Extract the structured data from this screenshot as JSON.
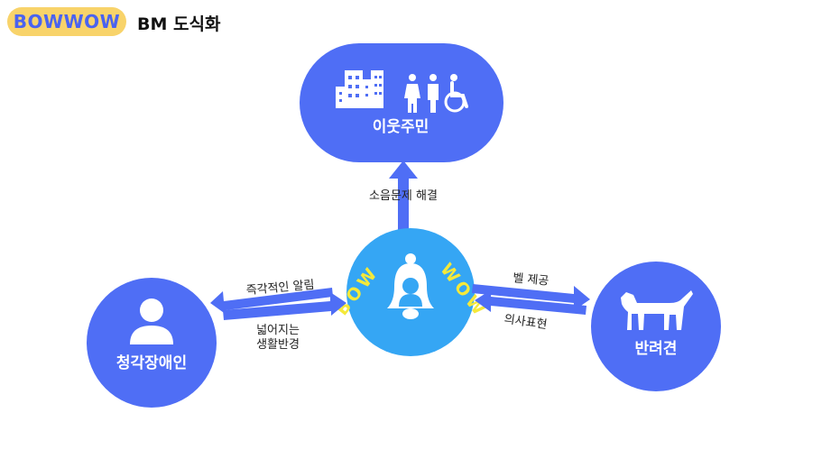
{
  "header": {
    "brand": "BOWWOW",
    "title": "BM 도식화"
  },
  "center": {
    "logo_text_left": "BOW",
    "logo_text_right": "WOW",
    "color": "#35a6f4",
    "icon": "bell-with-person-icon"
  },
  "nodes": {
    "neighbors": {
      "label": "이웃주민",
      "icons": [
        "buildings-icon",
        "people-icon",
        "wheelchair-icon"
      ]
    },
    "hearing_impaired": {
      "label": "청각장애인",
      "icon": "person-icon"
    },
    "pet": {
      "label": "반려견",
      "icon": "dog-icon"
    }
  },
  "edges": {
    "to_neighbors": "소음문제 해결",
    "to_hearing_top": "즉각적인 알림",
    "to_hearing_bottom_line1": "넓어지는",
    "to_hearing_bottom_line2": "생활반경",
    "to_pet_top": "벨 제공",
    "to_pet_bottom": "의사표현"
  },
  "colors": {
    "node": "#4f6ef5",
    "brand_badge": "#f8d36a",
    "logo_text": "#f5e93a"
  }
}
